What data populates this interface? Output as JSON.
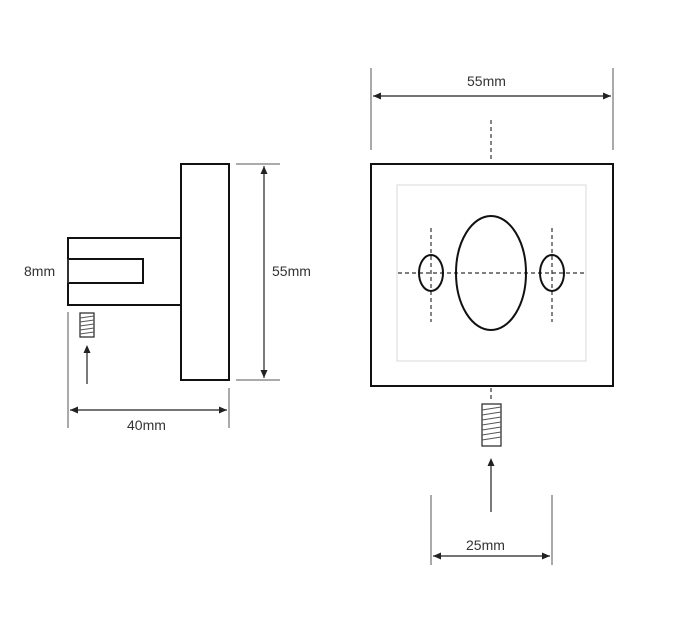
{
  "side_view": {
    "height_label": "55mm",
    "depth_label": "40mm",
    "slot_label": "8mm"
  },
  "front_view": {
    "width_label": "55mm",
    "screw_spacing_label": "25mm"
  },
  "colors": {
    "line": "#222222",
    "inner_plate": "#d8d8d8",
    "text": "#333333"
  }
}
